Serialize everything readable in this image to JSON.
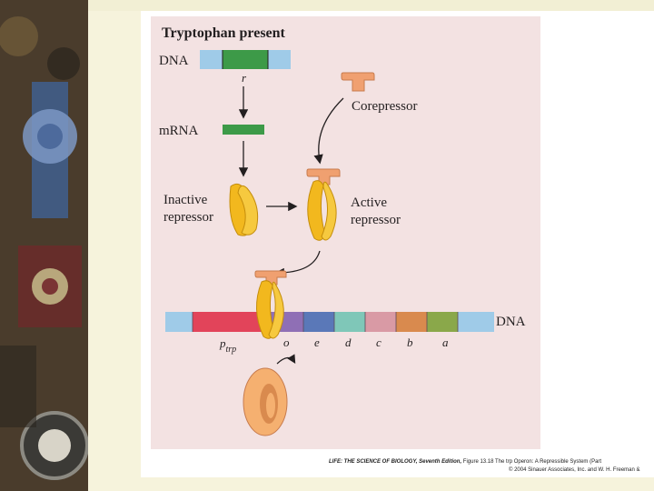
{
  "figure": {
    "title": "Tryptophan present",
    "dna_label_top": "DNA",
    "gene_r": "r",
    "mrna_label": "mRNA",
    "corepressor_label": "Corepressor",
    "inactive_line1": "Inactive",
    "inactive_line2": "repressor",
    "active_line1": "Active",
    "active_line2": "repressor",
    "dna_label_bottom": "DNA",
    "promoter_main": "p",
    "promoter_sub": "trp",
    "operator": "o",
    "genes": [
      "e",
      "d",
      "c",
      "b",
      "a"
    ]
  },
  "credit": {
    "line1_bold": "LIFE: THE SCIENCE OF BIOLOGY, Seventh Edition,",
    "line1_rest": " Figure 13.18 The trp Operon: A Repressible System (Part",
    "line2": "© 2004 Sinauer Associates, Inc. and W. H. Freeman &"
  },
  "colors": {
    "dna_blue": "#9fcbe8",
    "gene_green": "#3d9a48",
    "promoter_red": "#e2445a",
    "operator_purple": "#8f6fb5",
    "gene_e": "#5a78b8",
    "gene_d": "#7fc7b8",
    "gene_c": "#d99aa5",
    "gene_b": "#d98a4e",
    "gene_a": "#8aa84a",
    "repressor_yellow": "#f2b81e",
    "corepressor_orange": "#f0a070",
    "ribosome_orange": "#f5b070",
    "figure_bg": "#f3e2e2"
  }
}
